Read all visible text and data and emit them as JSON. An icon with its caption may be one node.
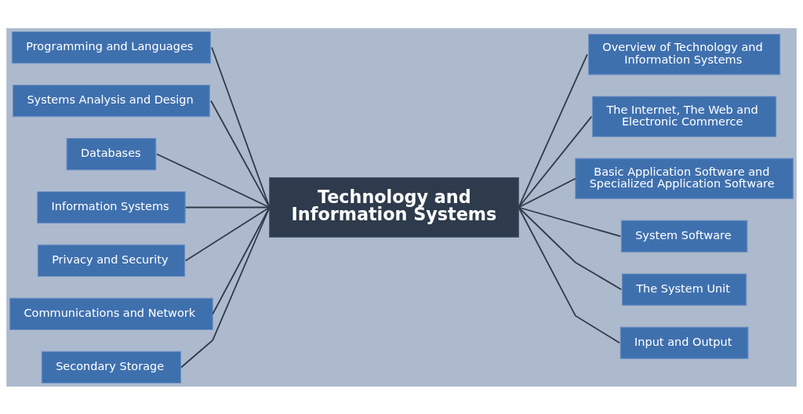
{
  "diagram": {
    "nodes": [
      {
        "text": [
          "Technology and Information Systems"
        ]
      },
      {
        "text": [
          "Programming and Languages"
        ]
      },
      {
        "text": [
          "Systems Analysis and Design"
        ]
      },
      {
        "text": [
          "Databases"
        ]
      },
      {
        "text": [
          "Information Systems"
        ]
      },
      {
        "text": [
          "Privacy and Security"
        ]
      },
      {
        "text": [
          "Communications and Network"
        ]
      },
      {
        "text": [
          "Secondary Storage"
        ]
      },
      {
        "text": [
          "Overview of Technology and Information Systems"
        ]
      },
      {
        "text": [
          "The Internet, The Web and Electronic Commerce"
        ]
      },
      {
        "text": [
          "Basic Application Software and Specialized Application Software"
        ]
      },
      {
        "text": [
          "System Software"
        ]
      },
      {
        "text": [
          "The System Unit"
        ]
      },
      {
        "text": [
          "Input and Output"
        ]
      }
    ],
    "edges": [
      {
        "from": 0,
        "to": 1,
        "arrow": "none"
      },
      {
        "from": 0,
        "to": 2,
        "arrow": "none"
      },
      {
        "from": 0,
        "to": 3,
        "arrow": "none"
      },
      {
        "from": 0,
        "to": 4,
        "arrow": "none"
      },
      {
        "from": 0,
        "to": 5,
        "arrow": "none"
      },
      {
        "from": 0,
        "to": 6,
        "arrow": "none"
      },
      {
        "from": 0,
        "to": 7,
        "arrow": "none"
      },
      {
        "from": 0,
        "to": 8,
        "arrow": "none"
      },
      {
        "from": 0,
        "to": 9,
        "arrow": "none"
      },
      {
        "from": 0,
        "to": 10,
        "arrow": "none"
      },
      {
        "from": 0,
        "to": 11,
        "arrow": "none"
      },
      {
        "from": 0,
        "to": 12,
        "arrow": "none"
      },
      {
        "from": 0,
        "to": 13,
        "arrow": "none"
      }
    ]
  }
}
